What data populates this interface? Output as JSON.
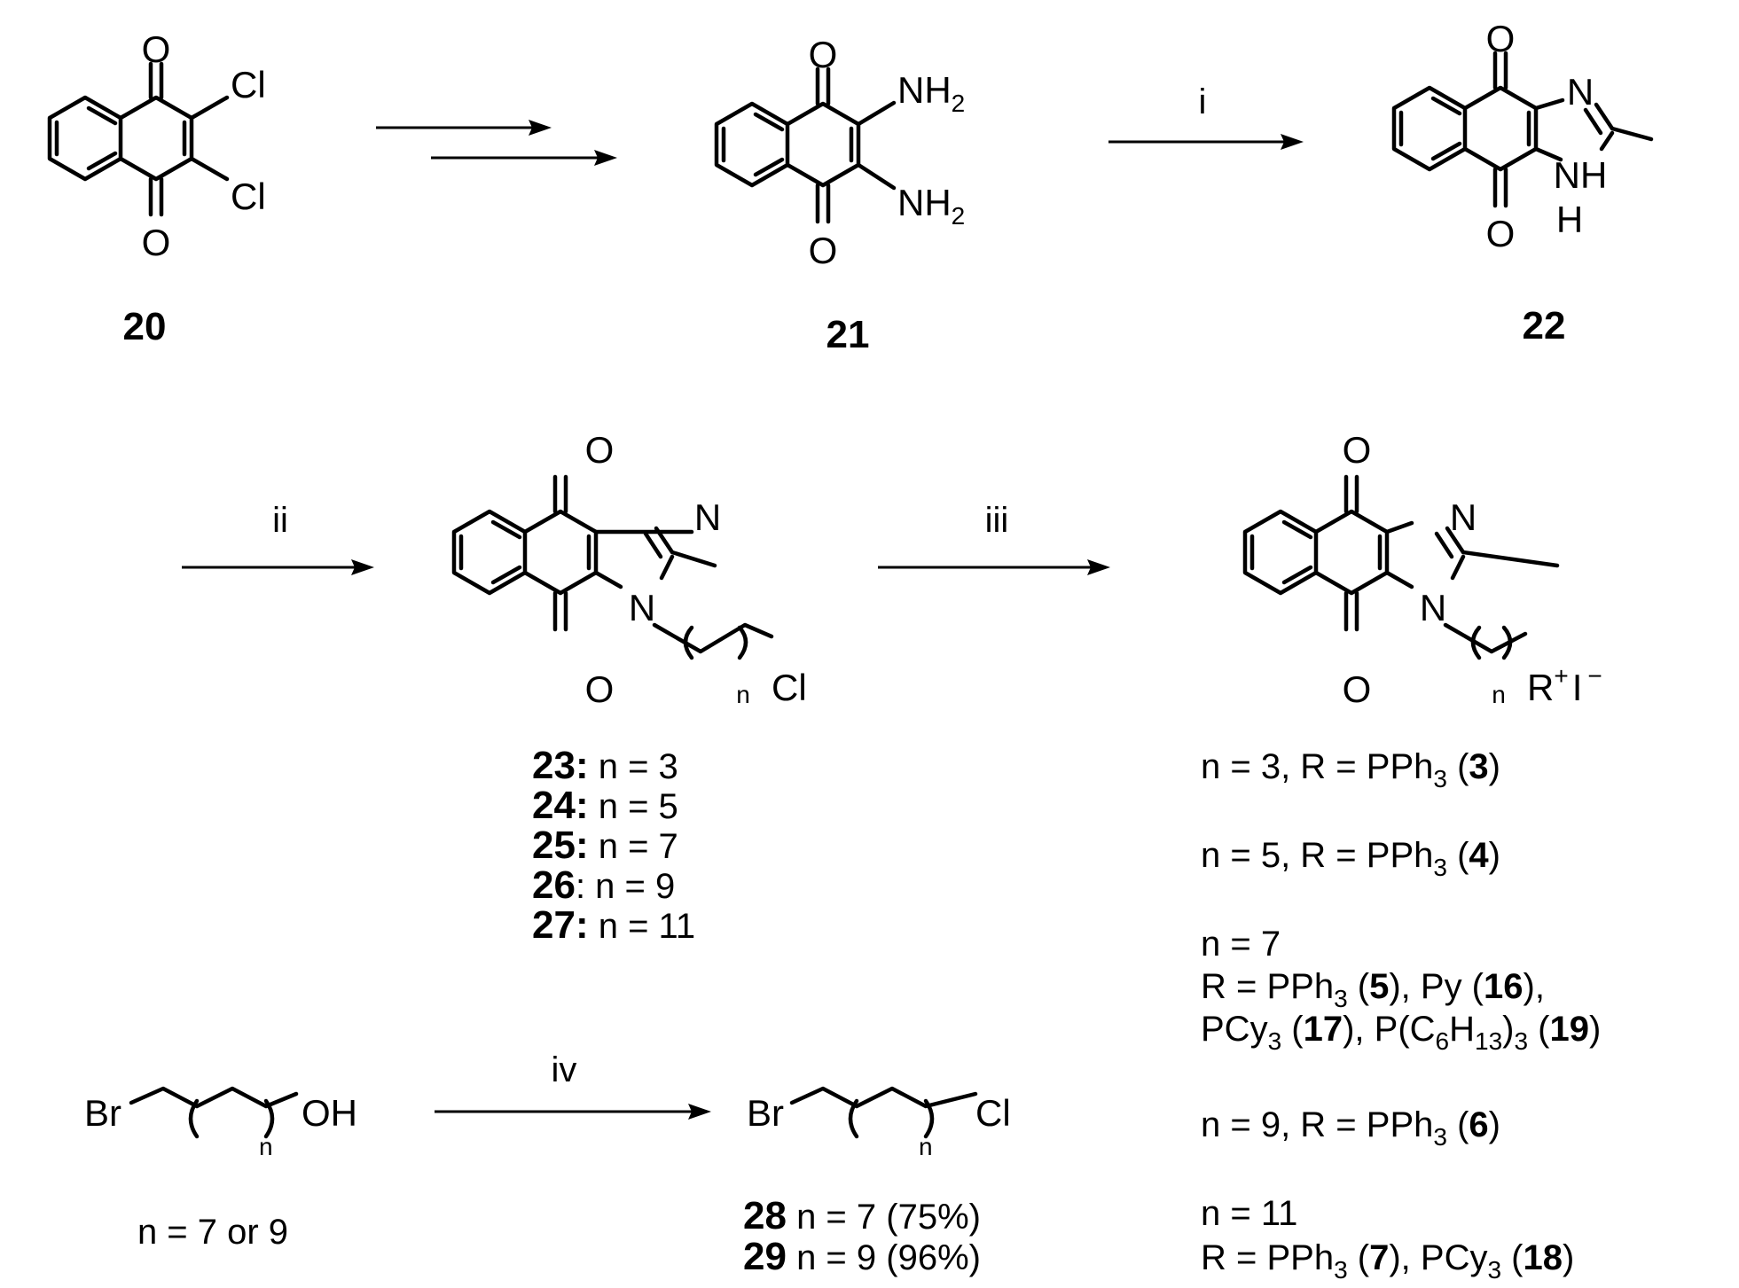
{
  "atoms": {
    "O": "O",
    "Cl": "Cl",
    "NH": "NH",
    "N": "N",
    "H": "H",
    "Br": "Br",
    "OH": "OH",
    "R": "R",
    "plus": "+",
    "I": "I",
    "minus": "−",
    "sub2": "2",
    "n": "n",
    "sub3": "3",
    "sub6": "6",
    "sub13": "13"
  },
  "compounds": {
    "c20": "20",
    "c21": "21",
    "c22": "22",
    "c23": "23:",
    "c24": "24:",
    "c25": "25:",
    "c26": "26",
    "c27": "27:",
    "c28": "28",
    "c29": "29",
    "c3": "3",
    "c4": "4",
    "c5": "5",
    "c16": "16",
    "c17": "17",
    "c19": "19",
    "c6": "6",
    "c7": "7",
    "c18": "18"
  },
  "reagents": {
    "i": "i",
    "ii": "ii",
    "iii": "iii",
    "iv": "iv"
  },
  "labels": {
    "n3": " n = 3",
    "n5": " n = 5",
    "n7": " n = 7",
    "n9": ": n = 9",
    "n11": " n = 11",
    "n7or9": "n = 7 or 9",
    "n7yield": " n = 7 (75%)",
    "n9yield": " n = 9 (96%)",
    "p3a": "n = 3, R = PPh",
    "open": " (",
    "close": ")",
    "p5a": "n = 5, R = PPh",
    "n7line": "n = 7",
    "r7a": "R = PPh",
    "r7b": "),  Py (",
    "r7c": "),",
    "pcy": "PCy",
    "pc6a": "), P(C",
    "pc6b": "H",
    "pc6c": ")",
    "p9a": "n = 9, R = PPh",
    "n11line": "n = 11",
    "r11a": "R = PPh",
    "r11b": "), PCy"
  }
}
